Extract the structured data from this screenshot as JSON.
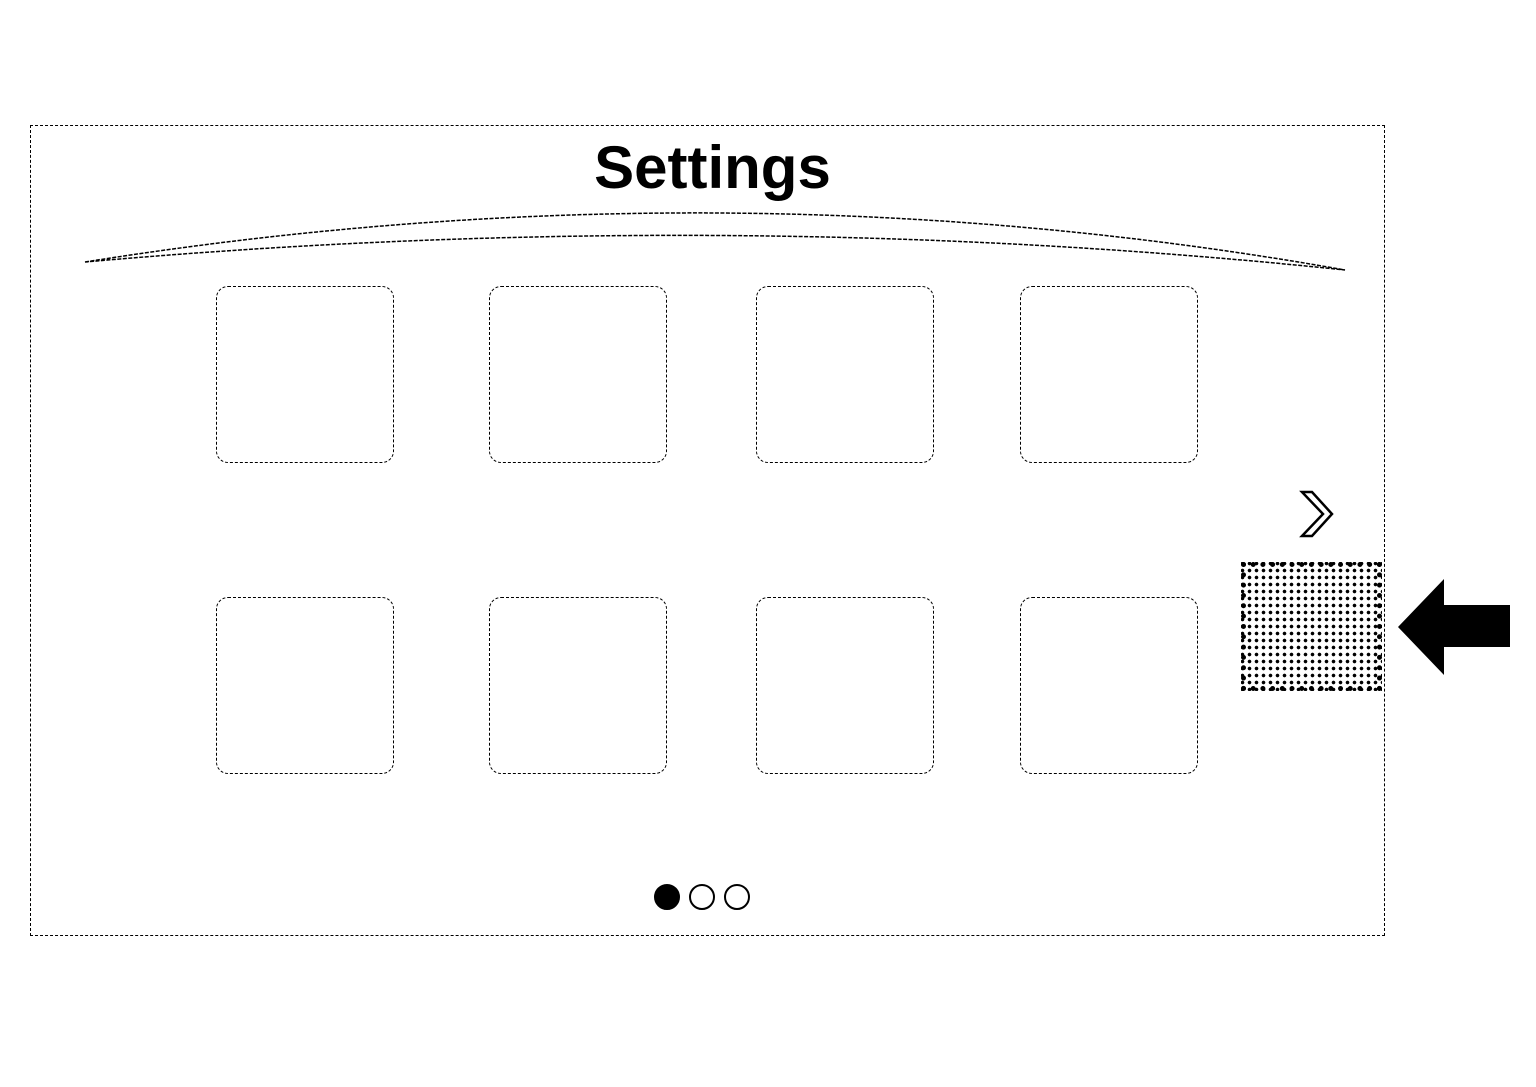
{
  "header": {
    "title": "Settings"
  },
  "grid": {
    "rows": 2,
    "columns": 4,
    "tile_count": 8
  },
  "pagination": {
    "page_count": 3,
    "current_page": 1
  },
  "icons": {
    "next": "chevron-right-icon",
    "pointer": "arrow-left-icon"
  },
  "colors": {
    "foreground": "#000000",
    "background": "#ffffff"
  }
}
